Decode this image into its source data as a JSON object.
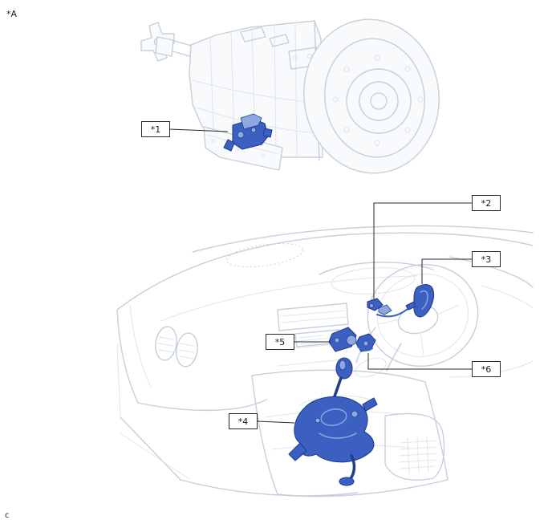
{
  "figure": {
    "region_label": "*A",
    "footer_label": "c",
    "callouts": [
      {
        "id": "1",
        "label": "*1"
      },
      {
        "id": "2",
        "label": "*2"
      },
      {
        "id": "3",
        "label": "*3"
      },
      {
        "id": "4",
        "label": "*4"
      },
      {
        "id": "5",
        "label": "*5"
      },
      {
        "id": "6",
        "label": "*6"
      }
    ],
    "colors": {
      "outline": "#c5cfdd",
      "outline_soft": "#dfe5ee",
      "highlight": "#3c60c2",
      "highlight_dark": "#1f3c8f",
      "highlight_light": "#8fa8e2",
      "leader": "#2a2a2a",
      "background": "#ffffff"
    }
  }
}
